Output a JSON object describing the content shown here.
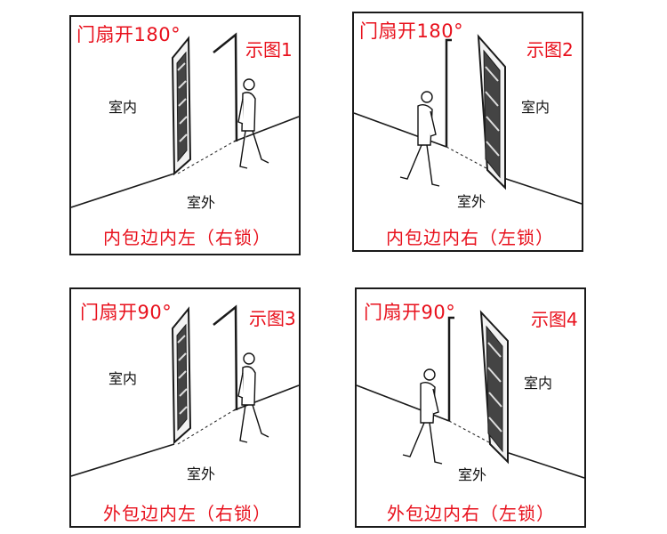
{
  "panels": [
    {
      "opening": "门扇开180°",
      "figure": "示图1",
      "indoor": "室内",
      "outdoor": "室外",
      "caption": "内包边内左（右锁）"
    },
    {
      "opening": "门扇开180°",
      "figure": "示图2",
      "indoor": "室内",
      "outdoor": "室外",
      "caption": "内包边内右（左锁）"
    },
    {
      "opening": "门扇开90°",
      "figure": "示图3",
      "indoor": "室内",
      "outdoor": "室外",
      "caption": "外包边内左（右锁）"
    },
    {
      "opening": "门扇开90°",
      "figure": "示图4",
      "indoor": "室内",
      "outdoor": "室外",
      "caption": "外包边内右（左锁）"
    }
  ],
  "colors": {
    "label": "#e8101c",
    "line": "#1a1a1a"
  }
}
